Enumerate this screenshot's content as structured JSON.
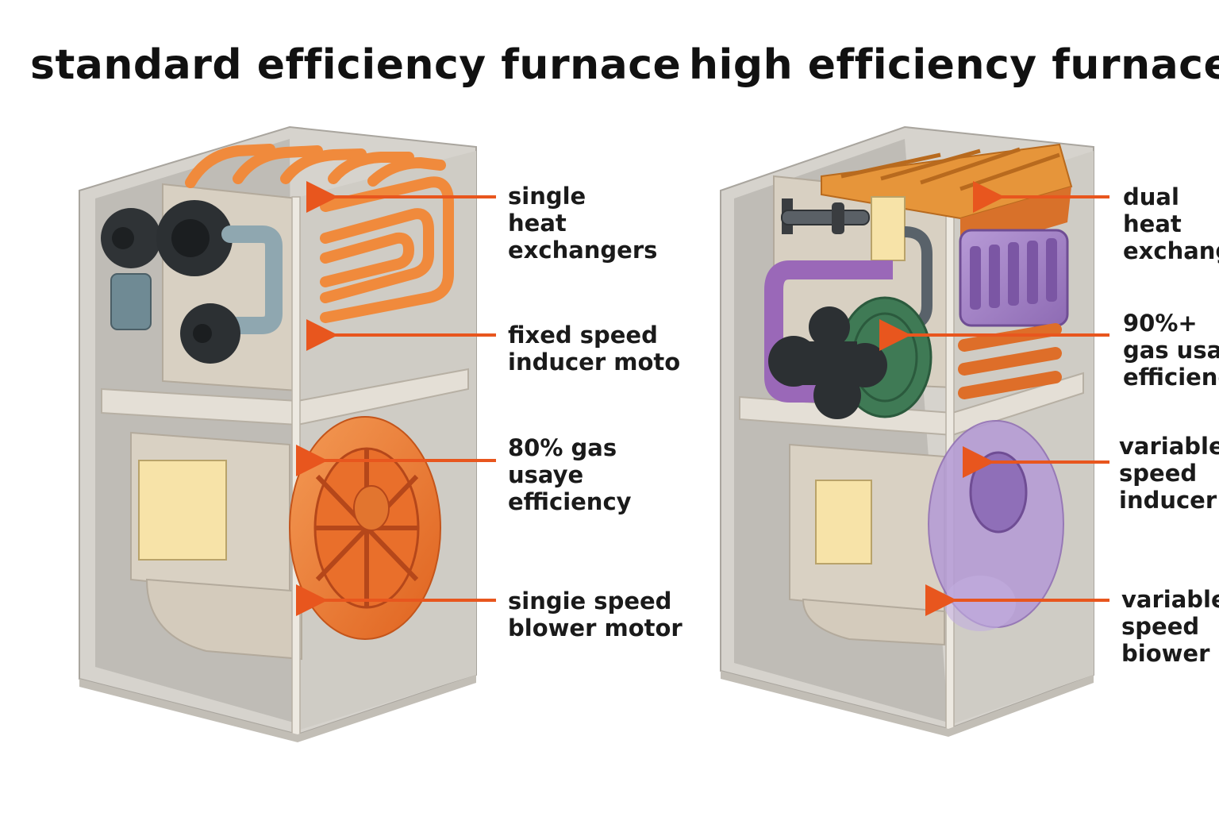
{
  "titles": {
    "standard": "standard efficiency furnace",
    "high": "high efficiency furnace"
  },
  "standard_labels": [
    {
      "lines": [
        "single",
        "heat",
        "exchangers"
      ]
    },
    {
      "lines": [
        "fixed speed",
        "inducer moto"
      ]
    },
    {
      "lines": [
        "80% gas",
        "usaye",
        "efficiency"
      ]
    },
    {
      "lines": [
        "singie speed",
        "blower motor"
      ]
    }
  ],
  "high_labels": [
    {
      "lines": [
        "dual",
        "heat",
        "exchang"
      ]
    },
    {
      "lines": [
        "90%+",
        "gas usa",
        "efficienc"
      ]
    },
    {
      "lines": [
        "variable",
        "speed",
        "inducer"
      ]
    },
    {
      "lines": [
        "variable",
        "speed",
        "biower r"
      ]
    }
  ],
  "colors": {
    "arrow": "#e8561e",
    "cabinet": "#c9c6c0",
    "orange_coil": "#f08a3c",
    "purple_coil": "#9c6cc0",
    "green_motor": "#3f7a55"
  }
}
